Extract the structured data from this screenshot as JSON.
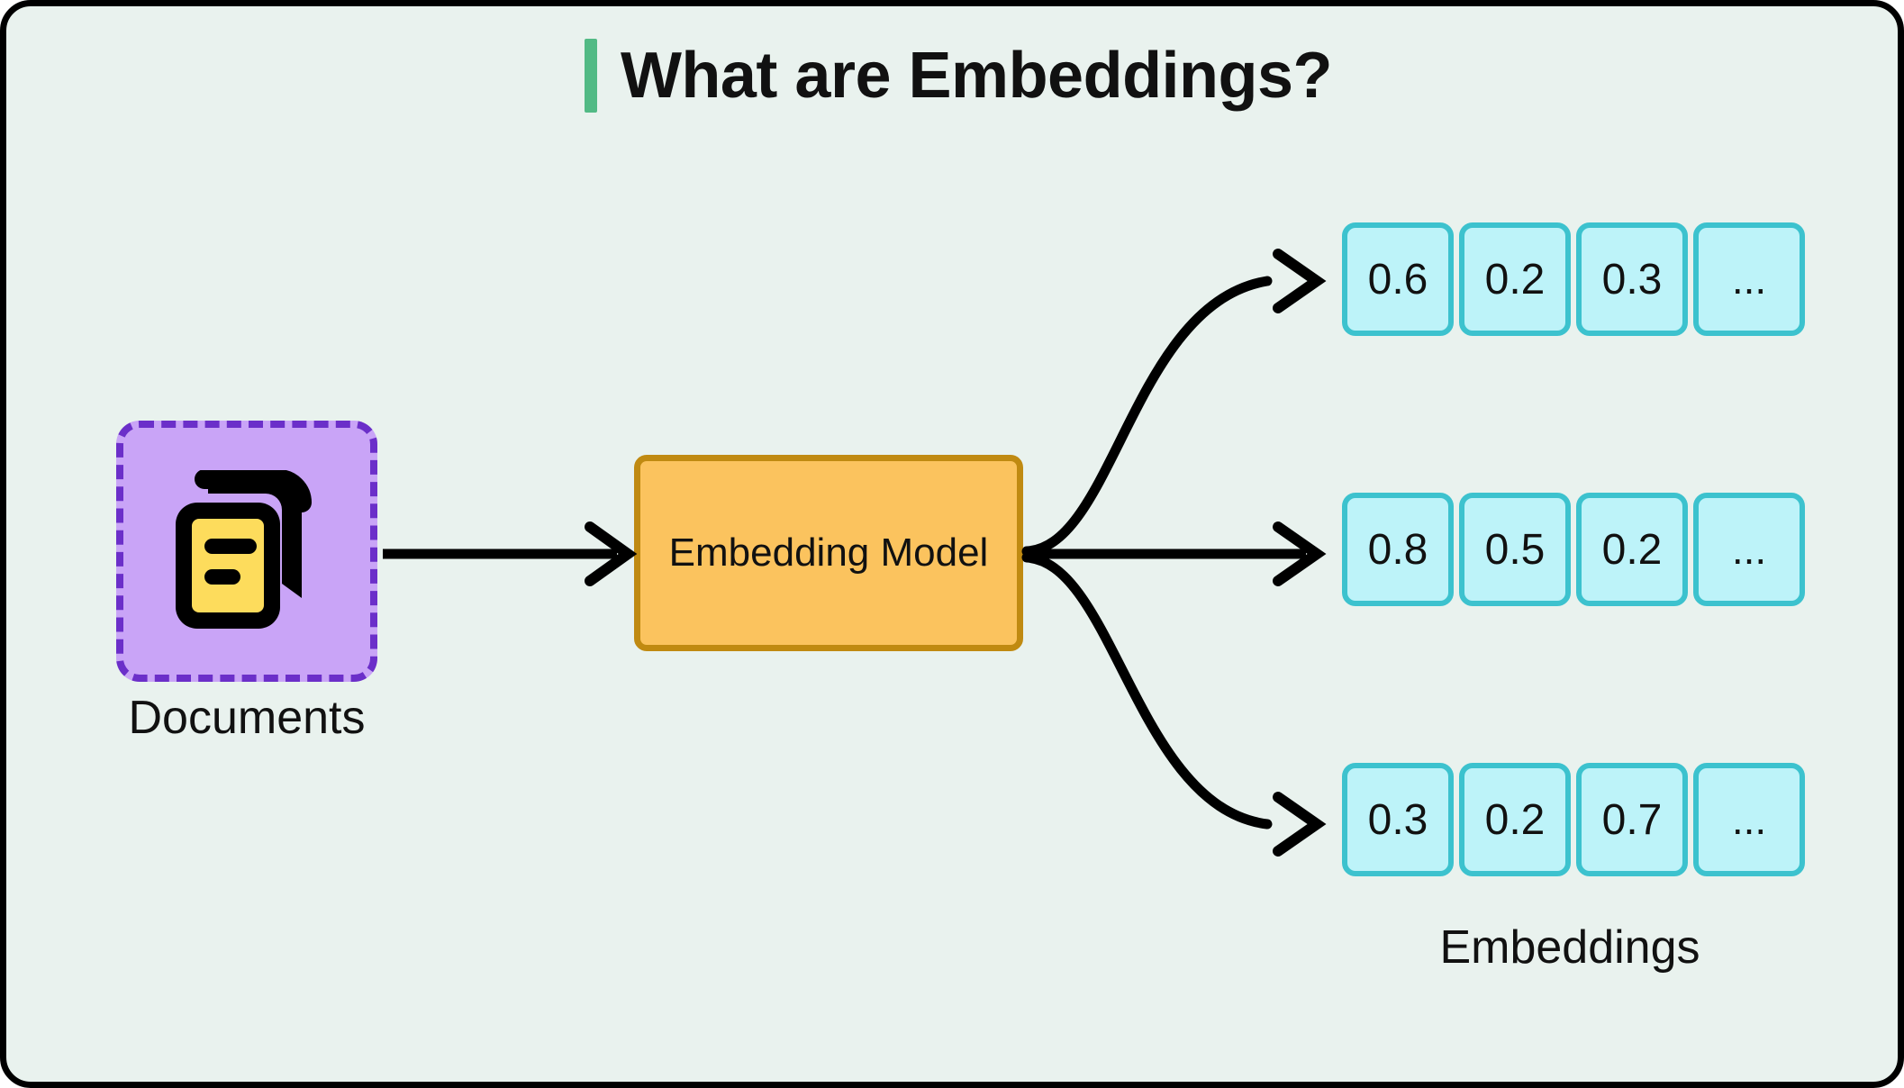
{
  "frame": {
    "background_color": "#E9F2EE",
    "border_color": "#000000"
  },
  "header": {
    "accent_bar_color": "#52BA85",
    "title": "What are Embeddings?"
  },
  "source": {
    "label": "Documents",
    "box_fill_color": "#C9A4F7",
    "box_border_color": "#6B2FC9",
    "icon_name": "documents-stack-icon",
    "icon_paper_color": "#FDDC5C",
    "icon_outline_color": "#000000"
  },
  "model": {
    "label": "Embedding Model",
    "fill_color": "#FBC35E",
    "border_color": "#C08A11"
  },
  "output": {
    "label": "Embeddings",
    "cell_fill_color": "#BDF3F9",
    "cell_border_color": "#3CC2CE",
    "vectors": [
      {
        "values": [
          "0.6",
          "0.2",
          "0.3",
          "..."
        ]
      },
      {
        "values": [
          "0.8",
          "0.5",
          "0.2",
          "..."
        ]
      },
      {
        "values": [
          "0.3",
          "0.2",
          "0.7",
          "..."
        ]
      }
    ]
  },
  "arrows": {
    "color": "#000000",
    "input_arrow_name": "documents-to-model-arrow",
    "output_arrow_names": [
      "model-to-vector-1-arrow",
      "model-to-vector-2-arrow",
      "model-to-vector-3-arrow"
    ]
  }
}
